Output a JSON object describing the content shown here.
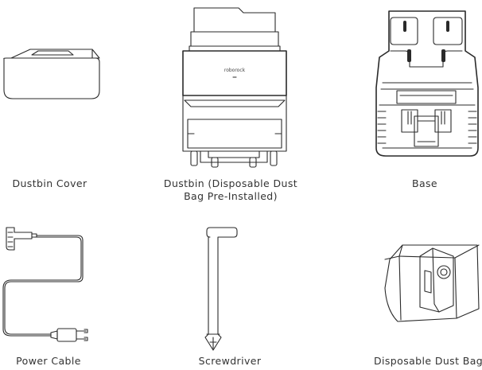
{
  "items": [
    {
      "id": "dustbin_cover",
      "caption": "Dustbin Cover"
    },
    {
      "id": "dustbin",
      "caption_line1": "Dustbin (Disposable Dust",
      "caption_line2": "Bag Pre-Installed)",
      "logo": "roborock"
    },
    {
      "id": "base",
      "caption": "Base"
    },
    {
      "id": "power_cable",
      "caption": "Power Cable"
    },
    {
      "id": "screwdriver",
      "caption": "Screwdriver"
    },
    {
      "id": "dust_bag",
      "caption": "Disposable Dust Bag"
    }
  ]
}
